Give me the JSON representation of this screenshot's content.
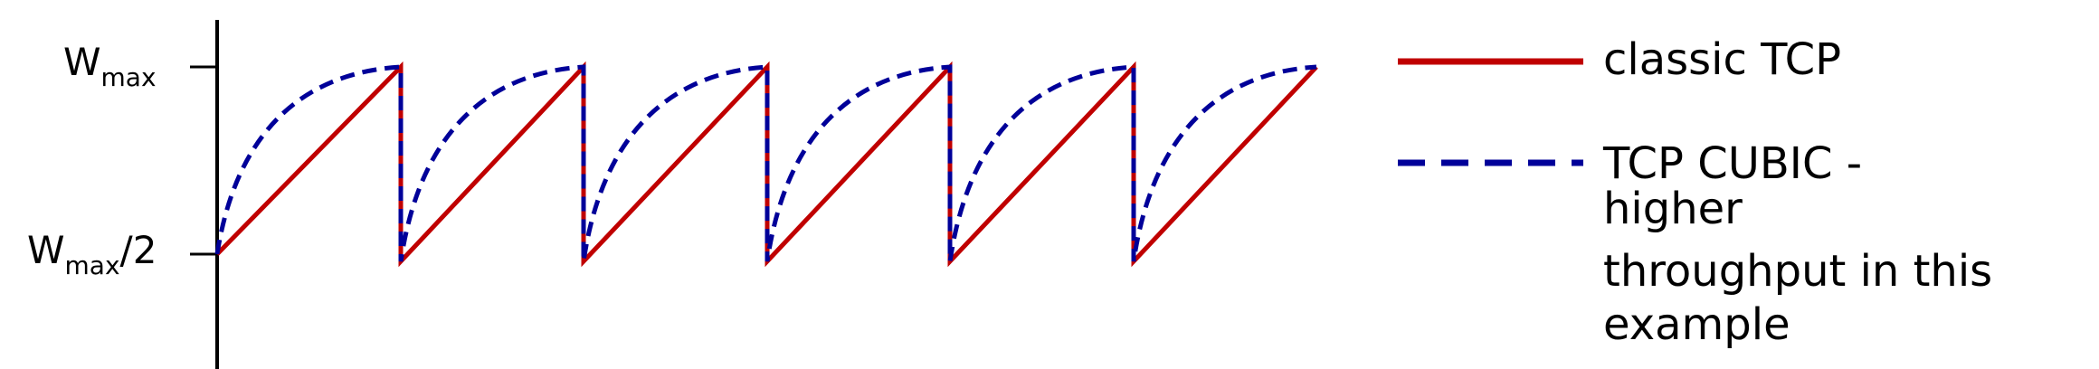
{
  "axis": {
    "y_top_label": {
      "main": "W",
      "sub": "max",
      "suffix": ""
    },
    "y_half_label": {
      "main": "W",
      "sub": "max",
      "suffix": "/2"
    }
  },
  "legend": {
    "classic": {
      "label": "classic TCP",
      "color": "#c00000",
      "style": "solid"
    },
    "cubic": {
      "label_lines": [
        "TCP CUBIC -",
        "higher",
        "throughput in this",
        "example"
      ],
      "color": "#000099",
      "style": "dashed"
    }
  },
  "diagram": {
    "cycles": 5,
    "levels": {
      "high": "W_max",
      "low": "W_max/2"
    }
  }
}
